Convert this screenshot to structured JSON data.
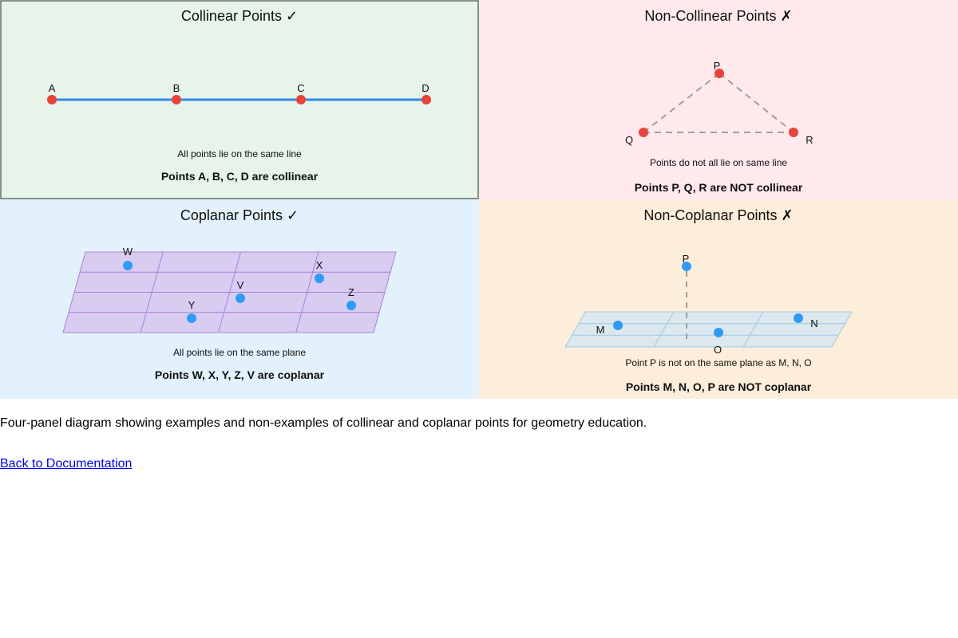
{
  "page": {
    "caption": "Four-panel diagram showing examples and non-examples of collinear and coplanar points for geometry education.",
    "link_label": "Back to Documentation"
  },
  "colors": {
    "panel_collinear_bg": "#e6f4e9",
    "panel_collinear_border": "#5f6e66",
    "panel_non_collinear_bg": "#ffe9ed",
    "panel_coplanar_bg": "#e3f1fc",
    "panel_non_coplanar_bg": "#fdeedb",
    "red_point": "#e74338",
    "blue_point": "#2e9bf5",
    "collinear_line_blue": "#3289e8",
    "dashed_gray": "#9aa0a3",
    "plane_purple_fill": "#d8ccf1",
    "plane_purple_stroke": "#a97fd8",
    "plane_blue_fill": "#dce8ee",
    "plane_blue_stroke": "#9ec8e0",
    "link_blue": "#0000ee"
  },
  "panels": [
    {
      "id": "collinear",
      "title": "Collinear Points ✓",
      "description": "All points lie on the same line",
      "conclusion": "Points A, B, C, D are collinear",
      "points": [
        {
          "label": "A"
        },
        {
          "label": "B"
        },
        {
          "label": "C"
        },
        {
          "label": "D"
        }
      ]
    },
    {
      "id": "non-collinear",
      "title": "Non-Collinear Points ✗",
      "description": "Points do not all lie on same line",
      "conclusion": "Points P, Q, R are NOT collinear",
      "points": [
        {
          "label": "P"
        },
        {
          "label": "Q"
        },
        {
          "label": "R"
        }
      ]
    },
    {
      "id": "coplanar",
      "title": "Coplanar Points ✓",
      "description": "All points lie on the same plane",
      "conclusion": "Points W, X, Y, Z, V are coplanar",
      "points": [
        {
          "label": "W"
        },
        {
          "label": "X"
        },
        {
          "label": "V"
        },
        {
          "label": "Z"
        },
        {
          "label": "Y"
        }
      ]
    },
    {
      "id": "non-coplanar",
      "title": "Non-Coplanar Points ✗",
      "description": "Point P is not on the same plane as M, N, O",
      "conclusion": "Points M, N, O, P are NOT coplanar",
      "points": [
        {
          "label": "P"
        },
        {
          "label": "M"
        },
        {
          "label": "N"
        },
        {
          "label": "O"
        }
      ]
    }
  ]
}
